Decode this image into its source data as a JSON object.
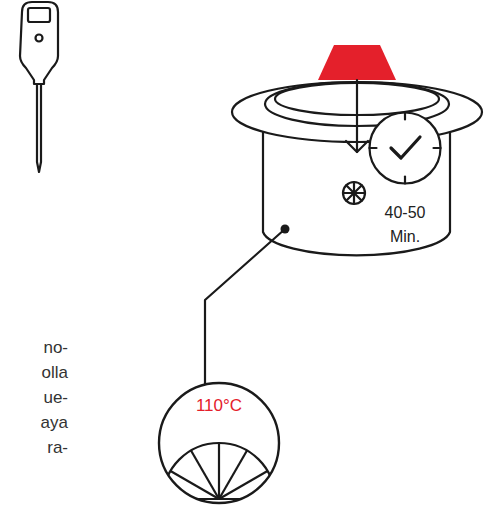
{
  "diagram": {
    "nodes": [
      {
        "text": [
          "110°C"
        ]
      },
      {
        "text": [
          "40-50 Min."
        ]
      }
    ],
    "labels": [
      "no- olla ue- aya ra-"
    ]
  }
}
